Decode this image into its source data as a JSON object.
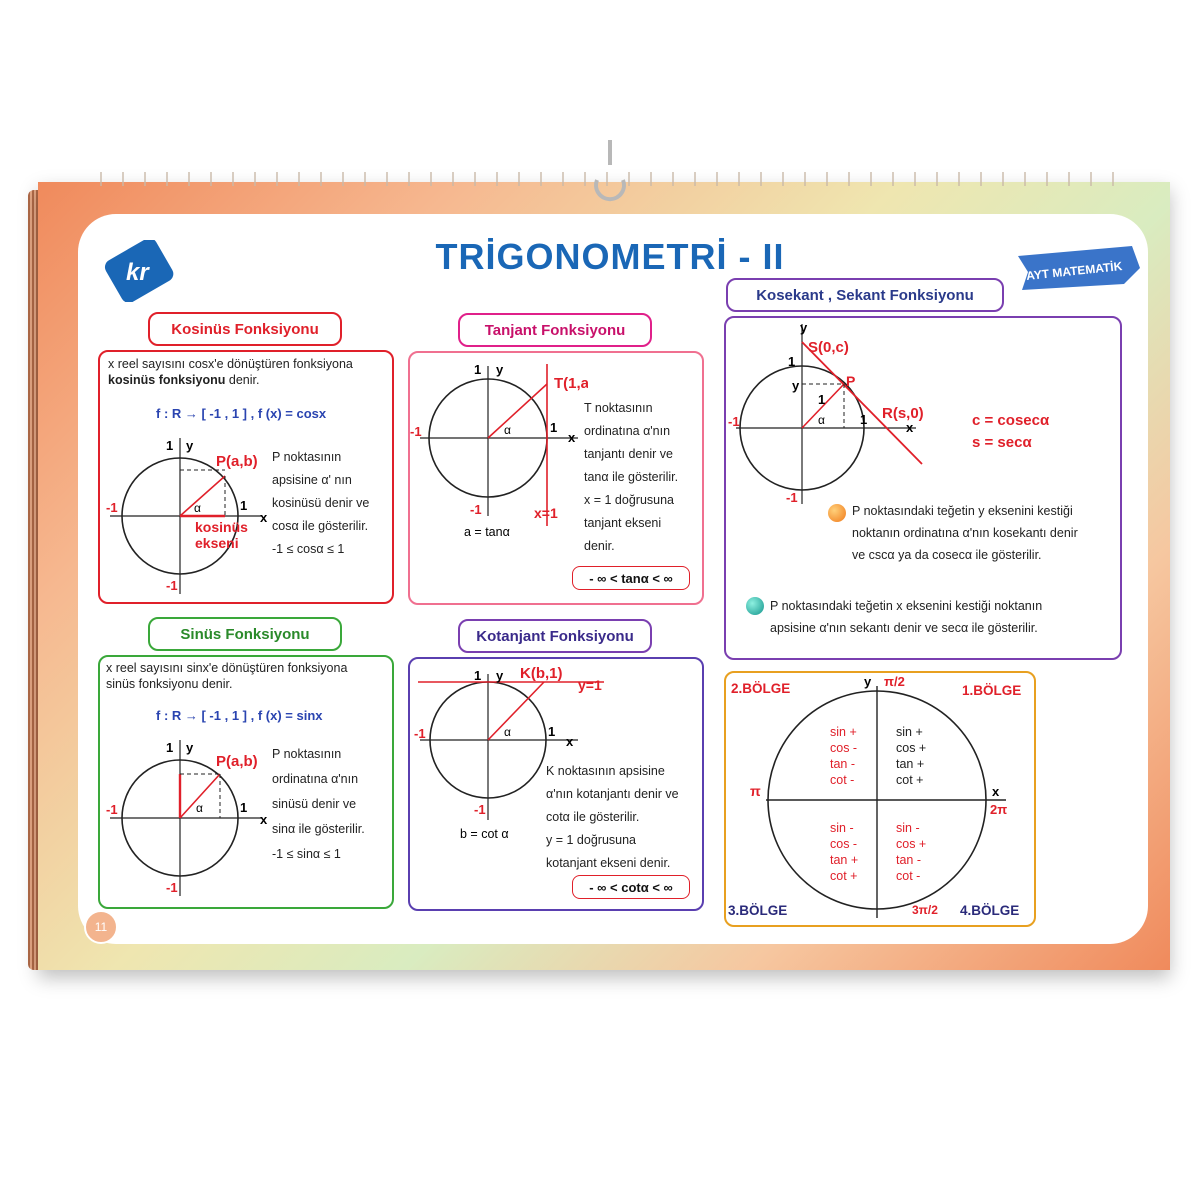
{
  "title": "TRİGONOMETRİ - II",
  "badge": "AYT MATEMATİK",
  "logo_text": "kr",
  "page_number": "11",
  "cosine": {
    "header": "Kosinüs Fonksiyonu",
    "def_line1": "x reel sayısını  cosx'e dönüştüren fonksiyona",
    "def_bold": "kosinüs fonksiyonu",
    "def_tail": " denir.",
    "formula": "f : R → [ -1 , 1 ] , f (x) = cosx",
    "point": "P(a,b)",
    "axis_label1": "kosinüs",
    "axis_label2": "ekseni",
    "desc": [
      "P noktasının",
      "apsisine α' nın",
      "kosinüsü denir ve",
      "cosα ile gösterilir.",
      "-1 ≤ cosα ≤ 1"
    ]
  },
  "tangent": {
    "header": "Tanjant Fonksiyonu",
    "point": "T(1,a)",
    "line_label": "x=1",
    "eq": "a = tanα",
    "desc": [
      "T noktasının",
      "ordinatına α'nın",
      "tanjantı denir ve",
      "tanα ile gösterilir.",
      "x = 1 doğrusuna",
      "tanjant ekseni",
      "denir."
    ],
    "range": "- ∞ < tanα < ∞"
  },
  "sine": {
    "header": "Sinüs Fonksiyonu",
    "def_line1": "x reel sayısını  sinx'e dönüştüren fonksiyona",
    "def_line2": "sinüs fonksiyonu denir.",
    "formula": "f : R → [ -1 , 1 ] , f (x) = sinx",
    "point": "P(a,b)",
    "desc": [
      "P noktasının",
      "ordinatına α'nın",
      "sinüsü denir ve",
      "sinα ile gösterilir.",
      "-1 ≤ sinα ≤ 1"
    ]
  },
  "cotangent": {
    "header": "Kotanjant Fonksiyonu",
    "point": "K(b,1)",
    "line_label": "y=1",
    "eq": "b = cot α",
    "desc": [
      "K noktasının apsisine",
      "α'nın kotanjantı denir ve",
      "cotα ile gösterilir.",
      "y = 1 doğrusuna",
      "kotanjant ekseni denir."
    ],
    "range": "- ∞ < cotα < ∞"
  },
  "cosecant": {
    "header": "Kosekant , Sekant Fonksiyonu",
    "point_s": "S(0,c)",
    "point_r": "R(s,0)",
    "point_p": "P",
    "eq1": "c = cosecα",
    "eq2": "s = secα",
    "note1": [
      "P noktasındaki teğetin y eksenini kestiği",
      "noktanın ordinatına α'nın kosekantı denir",
      "ve cscα  ya da cosecα ile gösterilir."
    ],
    "note2": [
      "P noktasındaki teğetin x eksenini kestiği noktanın",
      "apsisine α'nın sekantı denir ve secα  ile gösterilir."
    ]
  },
  "quadrants": {
    "q1": "1.BÖLGE",
    "q2": "2.BÖLGE",
    "q3": "3.BÖLGE",
    "q4": "4.BÖLGE",
    "pi": "π",
    "two_pi": "2π",
    "pi_half": "π/2",
    "three_pi_half": "3π/2",
    "signs_q1": [
      "sin +",
      "cos +",
      "tan +",
      "cot +"
    ],
    "signs_q2": [
      "sin +",
      "cos -",
      "tan -",
      "cot -"
    ],
    "signs_q3": [
      "sin -",
      "cos -",
      "tan +",
      "cot +"
    ],
    "signs_q4": [
      "sin -",
      "cos +",
      "tan -",
      "cot -"
    ]
  },
  "axes": {
    "x": "x",
    "y": "y",
    "one": "1",
    "minus_one": "-1",
    "alpha": "α"
  },
  "colors": {
    "red": "#e0202a",
    "green": "#3aa83a",
    "purple": "#7a3fb0",
    "blue": "#1a67b6",
    "orange": "#f39a2c",
    "teal": "#1fb3a8"
  }
}
